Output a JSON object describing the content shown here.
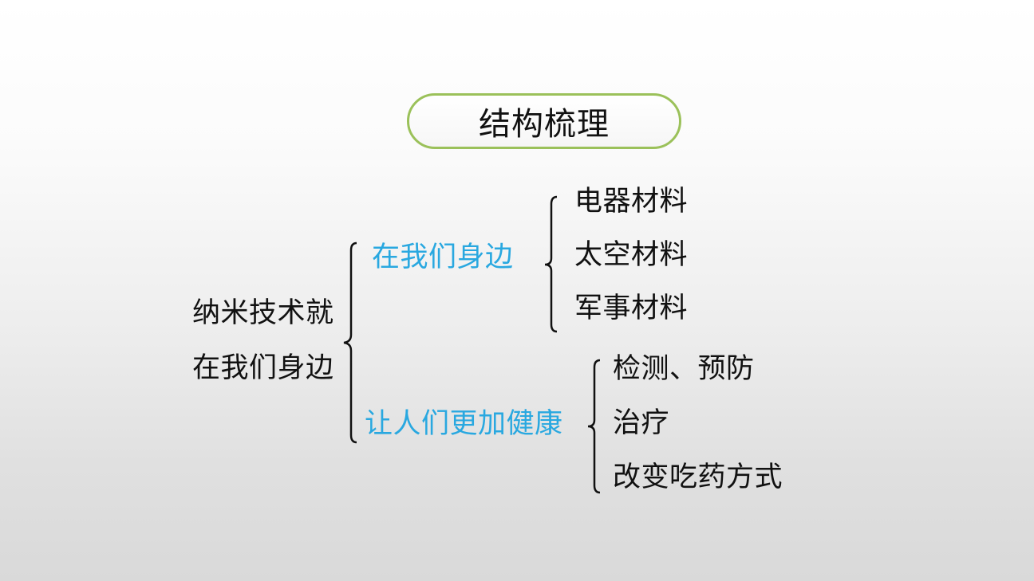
{
  "title": "结构梳理",
  "colors": {
    "accent": "#29a8e0",
    "pill_border": "#9bc15a",
    "text": "#111111"
  },
  "root": {
    "line1": "纳米技术就",
    "line2": "在我们身边"
  },
  "branches": [
    {
      "label": "在我们身边",
      "children": [
        "电器材料",
        "太空材料",
        "军事材料"
      ]
    },
    {
      "label": "让人们更加健康",
      "children": [
        "检测、预防",
        "治疗",
        "改变吃药方式"
      ]
    }
  ]
}
